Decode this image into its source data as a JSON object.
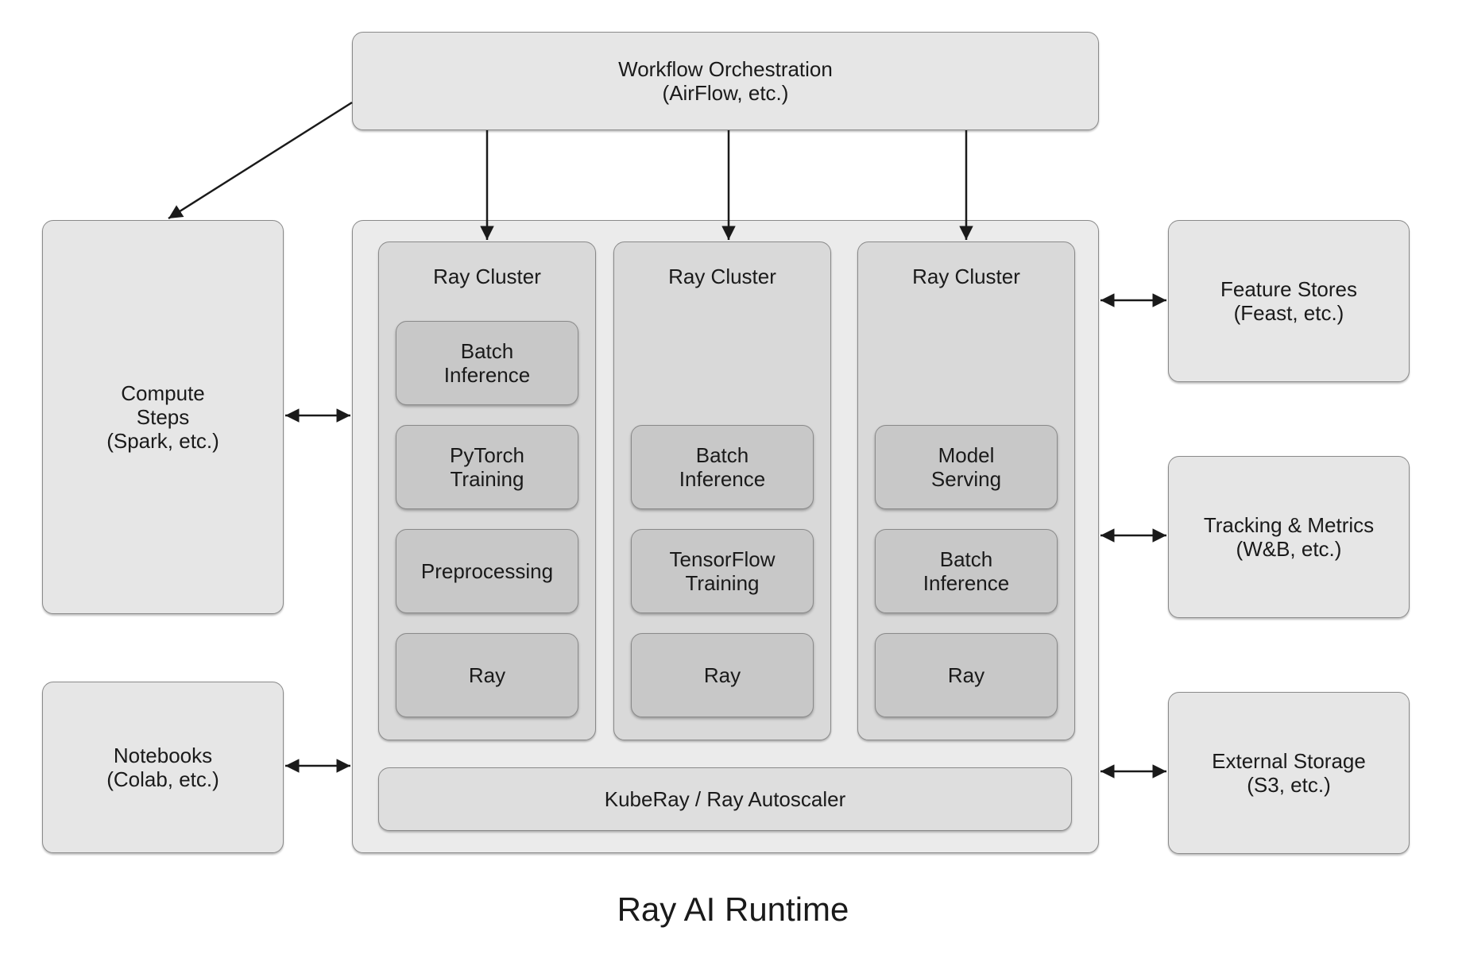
{
  "workflow": {
    "label": "Workflow Orchestration\n(AirFlow, etc.)"
  },
  "compute": {
    "label": "Compute\nSteps\n(Spark, etc.)"
  },
  "notebooks": {
    "label": "Notebooks\n(Colab, etc.)"
  },
  "feature_stores": {
    "label": "Feature Stores\n(Feast, etc.)"
  },
  "tracking": {
    "label": "Tracking & Metrics\n(W&B, etc.)"
  },
  "external_storage": {
    "label": "External Storage\n(S3, etc.)"
  },
  "clusters": [
    {
      "title": "Ray Cluster",
      "components": [
        "Batch\nInference",
        "PyTorch\nTraining",
        "Preprocessing",
        "Ray"
      ]
    },
    {
      "title": "Ray Cluster",
      "components": [
        "Batch\nInference",
        "TensorFlow\nTraining",
        "Ray"
      ]
    },
    {
      "title": "Ray Cluster",
      "components": [
        "Model\nServing",
        "Batch\nInference",
        "Ray"
      ]
    }
  ],
  "kuberay": {
    "label": "KubeRay / Ray Autoscaler"
  },
  "caption": "Ray AI Runtime",
  "colors": {
    "outer_box": "#ebebeb",
    "cluster_box": "#d9d9d9",
    "component_box": "#c8c8c8",
    "border": "#8a8a8a",
    "arrow": "#1a1a1a"
  }
}
